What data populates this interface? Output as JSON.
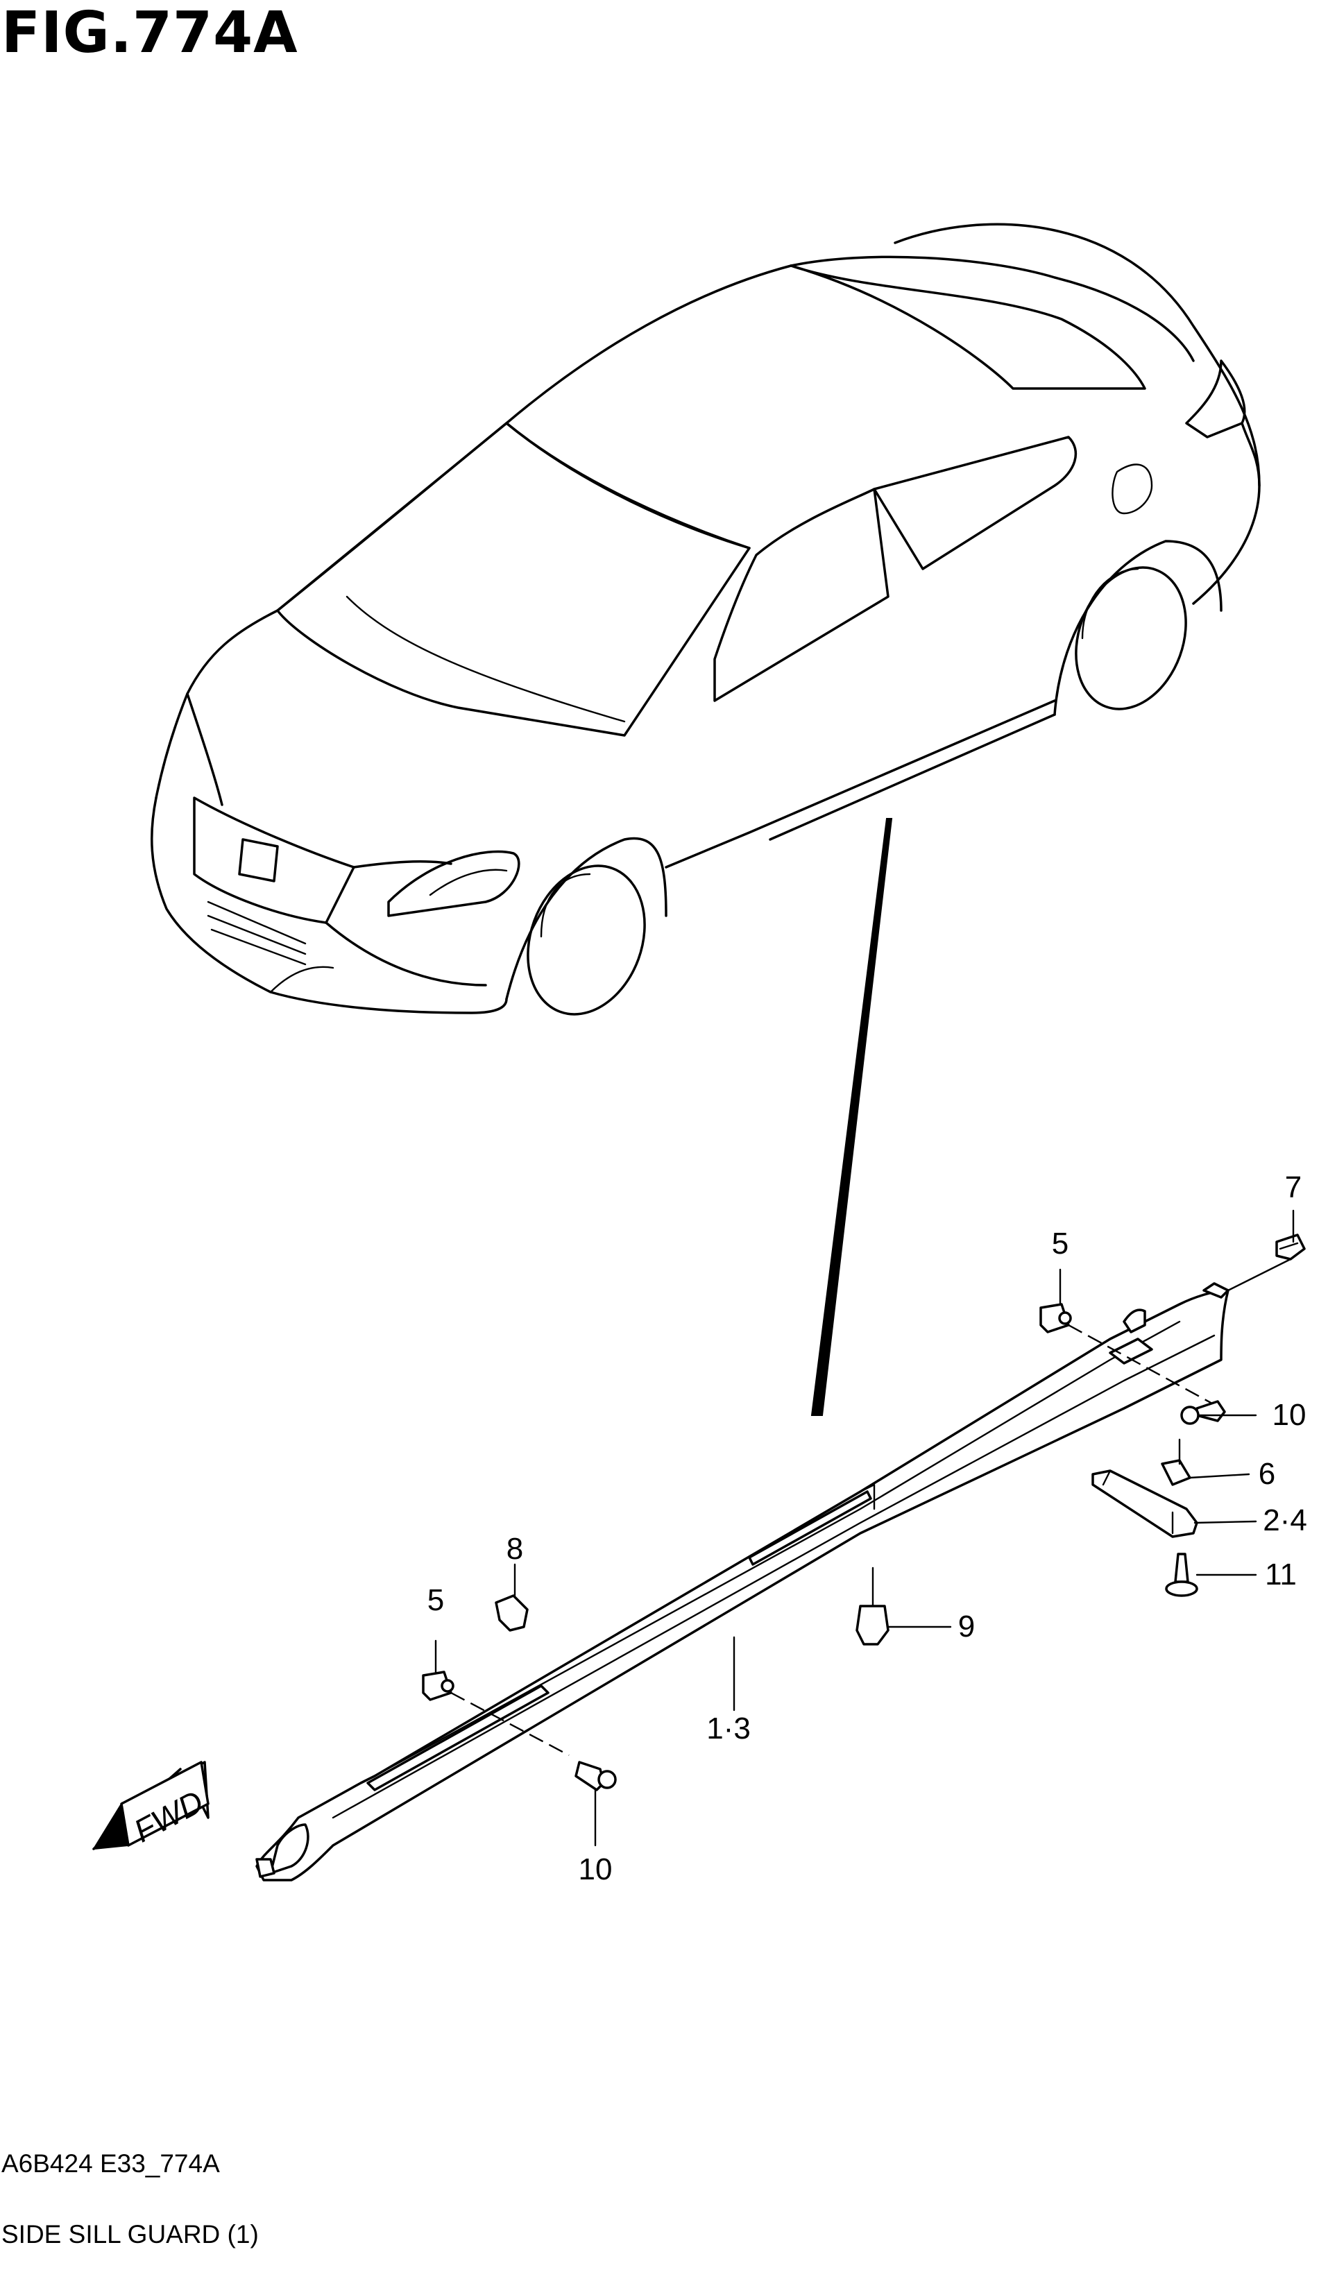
{
  "figure_title": "FIG.774A",
  "direction_label": "FWD",
  "callouts": {
    "c7": "7",
    "c5_right": "5",
    "c10_right": "10",
    "c6": "6",
    "c2_4": "2·4",
    "c11": "11",
    "c8": "8",
    "c5_left": "5",
    "c9": "9",
    "c1_3": "1·3",
    "c10_left": "10"
  },
  "footer": {
    "code": "A6B424 E33_774A",
    "name": "SIDE SILL GUARD (1)"
  }
}
